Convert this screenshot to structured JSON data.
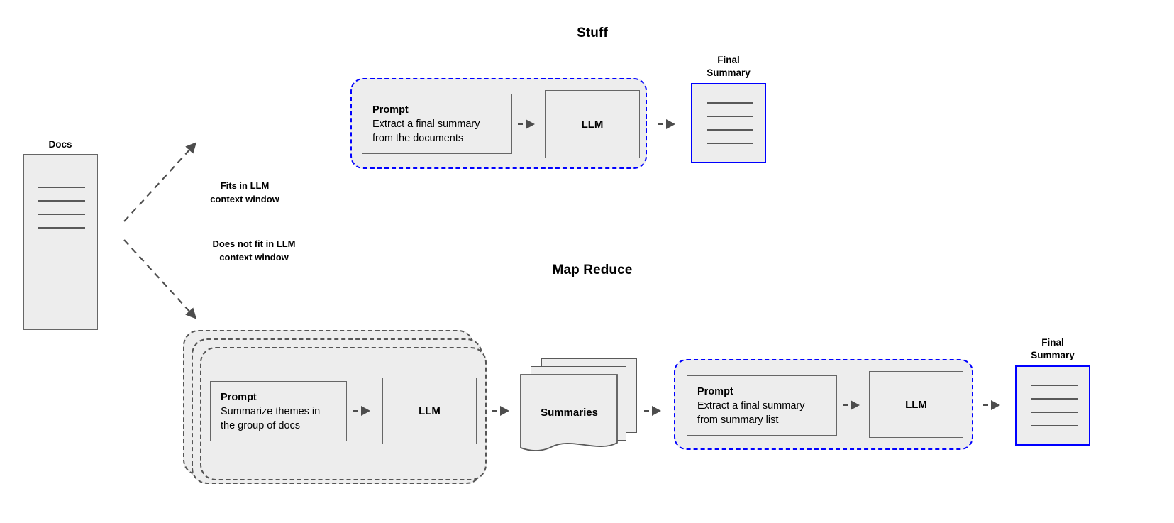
{
  "diagram": {
    "title_stuff": "Stuff",
    "title_map_reduce": "Map Reduce",
    "colors": {
      "accent_blue": "#0000FF",
      "box_fill": "#EDEDED",
      "box_stroke": "#666666",
      "arrow": "#4D4D4D",
      "dashed_gray": "#555555"
    }
  },
  "source": {
    "docs_label": "Docs",
    "line_count": 4
  },
  "branches": [
    {
      "label_line1": "Fits in LLM",
      "label_line2": "context window",
      "direction": "up"
    },
    {
      "label_line1": "Does not fit in LLM",
      "label_line2": "context window",
      "direction": "down"
    }
  ],
  "stuff_chain": {
    "prompt": {
      "title": "Prompt",
      "line1": "Extract a final summary",
      "line2": "from the documents"
    },
    "llm_label": "LLM",
    "final_summary": {
      "caption_line1": "Final",
      "caption_line2": "Summary",
      "line_count": 4
    }
  },
  "map_reduce_chain": {
    "map_step": {
      "stack_count": 3,
      "prompt": {
        "title": "Prompt",
        "line1": "Summarize themes in",
        "line2": "the group of docs"
      },
      "llm_label": "LLM"
    },
    "summaries": {
      "label": "Summaries",
      "sheet_count": 3
    },
    "reduce_step": {
      "prompt": {
        "title": "Prompt",
        "line1": "Extract a final summary",
        "line2": "from summary list"
      },
      "llm_label": "LLM"
    },
    "final_summary": {
      "caption_line1": "Final",
      "caption_line2": "Summary",
      "line_count": 4
    }
  }
}
